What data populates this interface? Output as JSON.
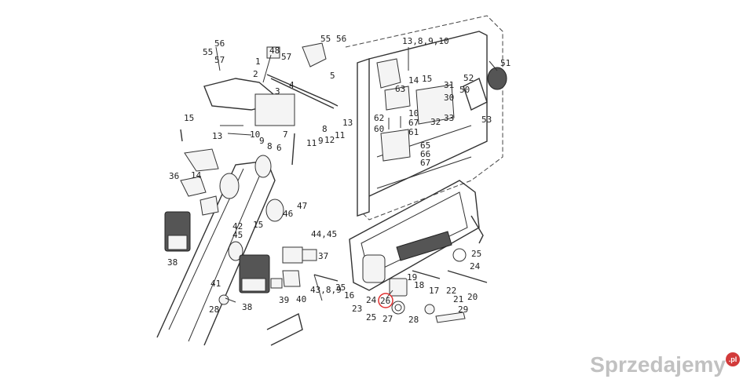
{
  "labels": [
    "56",
    "55",
    "57",
    "48",
    "1",
    "2",
    "3",
    "4",
    "5",
    "57",
    "55",
    "56",
    "13,8,9,10",
    "14",
    "15",
    "63",
    "31",
    "30",
    "51",
    "52",
    "50",
    "53",
    "32",
    "33",
    "10",
    "67",
    "62",
    "61",
    "60",
    "65",
    "66",
    "67",
    "15",
    "9",
    "8",
    "10",
    "9",
    "12",
    "8",
    "13",
    "13",
    "11",
    "7",
    "6",
    "11",
    "36",
    "14",
    "25",
    "24",
    "38",
    "42",
    "45",
    "47",
    "46",
    "44,45",
    "37",
    "15",
    "41",
    "28",
    "38",
    "40",
    "39",
    "43,8,9",
    "35",
    "16",
    "22",
    "21",
    "20",
    "19",
    "18",
    "17",
    "23",
    "24",
    "26",
    "27",
    "25",
    "28",
    "29"
  ],
  "highlight": {
    "label": "26",
    "color": "#e03131"
  },
  "watermark": {
    "text": "Sprzedajemy",
    "badge": ".pl"
  }
}
